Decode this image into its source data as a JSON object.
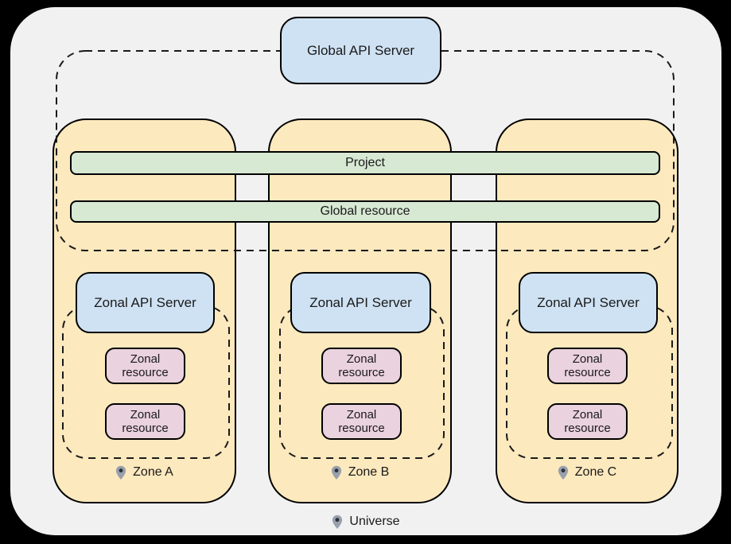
{
  "colors": {
    "page_background": "#000000",
    "universe_fill": "#F1F1F2",
    "zone_fill": "#FCE9BE",
    "api_server_fill": "#CFE2F3",
    "global_bar_fill": "#D7E8D3",
    "zonal_resource_fill": "#EAD2DE",
    "outline": "#1A1A1A",
    "pin_fill": "#98A0AC",
    "pin_dot": "#2E3238"
  },
  "global_api_server": {
    "label": "Global API Server"
  },
  "project_bar": {
    "label": "Project"
  },
  "global_resource_bar": {
    "label": "Global resource"
  },
  "zones": [
    {
      "name": "Zone A",
      "api_server_label": "Zonal API Server",
      "resources": [
        "Zonal resource",
        "Zonal resource"
      ]
    },
    {
      "name": "Zone B",
      "api_server_label": "Zonal API Server",
      "resources": [
        "Zonal resource",
        "Zonal resource"
      ]
    },
    {
      "name": "Zone C",
      "api_server_label": "Zonal API Server",
      "resources": [
        "Zonal resource",
        "Zonal resource"
      ]
    }
  ],
  "universe": {
    "label": "Universe"
  }
}
